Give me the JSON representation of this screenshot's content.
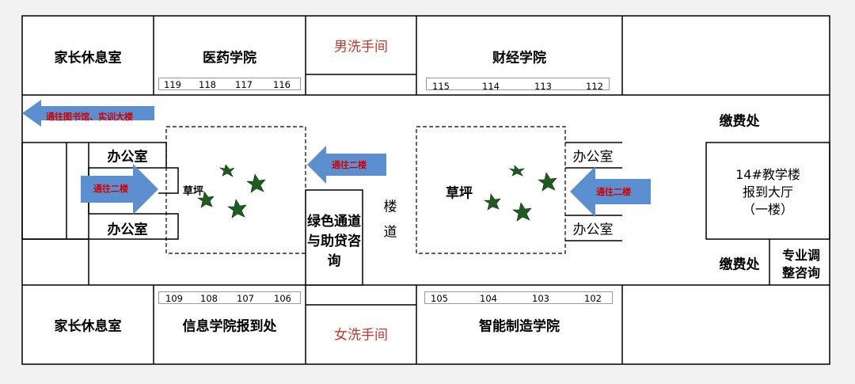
{
  "rooms": {
    "parent_lounge_top": "家长休息室",
    "parent_lounge_bottom": "家长休息室",
    "medicine": "医药学院",
    "finance": "财经学院",
    "info_report": "信息学院报到处",
    "smart_mfg": "智能制造学院",
    "mens_restroom": "男洗手间",
    "womens_restroom": "女洗手间",
    "office_left_top": "办公室",
    "office_left_bottom": "办公室",
    "office_right_top": "办公室",
    "office_right_bottom": "办公室",
    "lawn_left": "草坪",
    "lawn_right": "草坪",
    "green_channel": "绿色通道与助贷咨询",
    "stair_corridor_1": "楼",
    "stair_corridor_2": "道",
    "payment_top": "缴费处",
    "payment_bottom": "缴费处",
    "hall": "14#教学楼\n报到大厅\n（一楼）",
    "major_adjust": "专业调整咨询"
  },
  "room_numbers": {
    "medicine": [
      "119",
      "118",
      "117",
      "116"
    ],
    "finance": [
      "115",
      "114",
      "113",
      "112"
    ],
    "info": [
      "109",
      "108",
      "107",
      "106"
    ],
    "smart": [
      "105",
      "104",
      "103",
      "102"
    ]
  },
  "arrows": {
    "library": "通往图书馆、实训大楼",
    "left_stairs": "通往二楼",
    "center_stairs": "通往二楼",
    "right_stairs": "通往二楼"
  },
  "colors": {
    "arrow_fill": "#5b8fd0",
    "arrow_text": "#d40000",
    "restroom_text": "#c0392b"
  }
}
